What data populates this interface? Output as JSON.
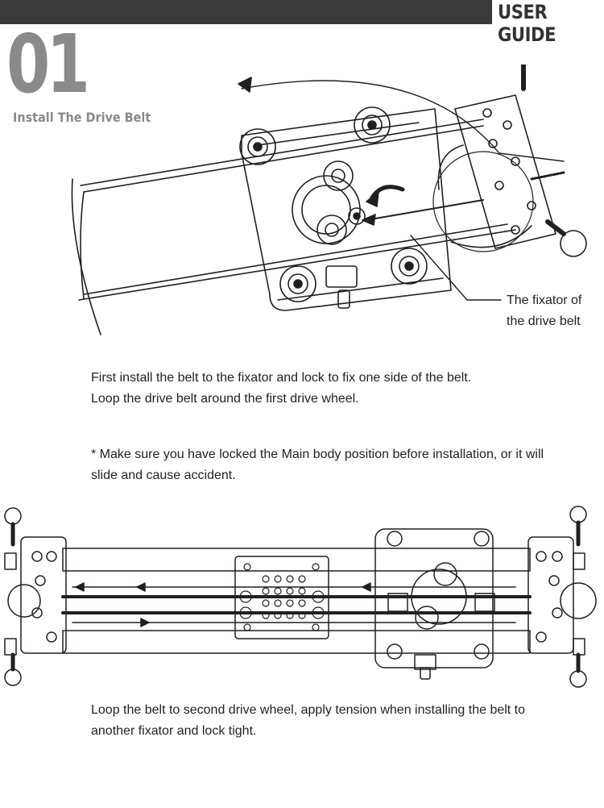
{
  "header": {
    "title": "USER GUIDE"
  },
  "step": {
    "number": "01",
    "title": "Install The Drive Belt"
  },
  "figure_top": {
    "callout_lines": [
      "The fixator of",
      "the drive belt"
    ]
  },
  "instructions": [
    {
      "lines": [
        "First install the belt to the fixator and lock to fix one side of the belt.",
        "Loop the drive belt around the first drive wheel."
      ]
    },
    {
      "lines": [
        "* Make sure you have locked the Main body position before installation, or it will",
        "slide and cause accident."
      ]
    },
    {
      "lines": [
        "Loop the belt to second drive wheel, apply tension when installing the belt to",
        "another fixator and lock tight."
      ]
    }
  ]
}
